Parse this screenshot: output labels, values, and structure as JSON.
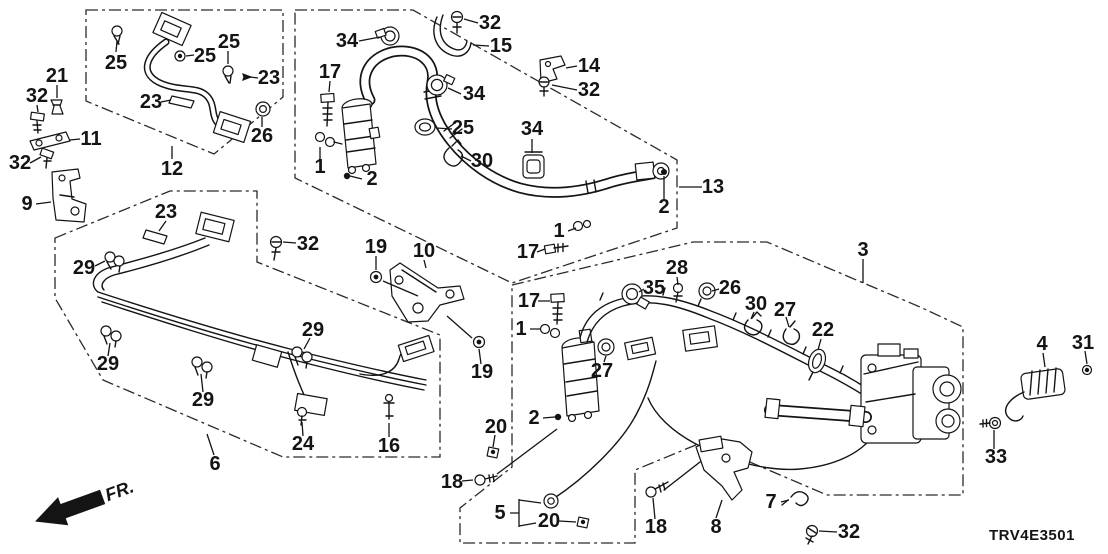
{
  "diagram_code": "TRV4E3501",
  "fr_label": "FR.",
  "callouts": [
    {
      "n": "25"
    },
    {
      "n": "25"
    },
    {
      "n": "25"
    },
    {
      "n": "23"
    },
    {
      "n": "23"
    },
    {
      "n": "26"
    },
    {
      "n": "12"
    },
    {
      "n": "21"
    },
    {
      "n": "32"
    },
    {
      "n": "11"
    },
    {
      "n": "32"
    },
    {
      "n": "9"
    },
    {
      "n": "34"
    },
    {
      "n": "17"
    },
    {
      "n": "32"
    },
    {
      "n": "15"
    },
    {
      "n": "14"
    },
    {
      "n": "32"
    },
    {
      "n": "34"
    },
    {
      "n": "25"
    },
    {
      "n": "34"
    },
    {
      "n": "30"
    },
    {
      "n": "1"
    },
    {
      "n": "2"
    },
    {
      "n": "2"
    },
    {
      "n": "1"
    },
    {
      "n": "17"
    },
    {
      "n": "13"
    },
    {
      "n": "23"
    },
    {
      "n": "29"
    },
    {
      "n": "32"
    },
    {
      "n": "19"
    },
    {
      "n": "10"
    },
    {
      "n": "29"
    },
    {
      "n": "29"
    },
    {
      "n": "29"
    },
    {
      "n": "19"
    },
    {
      "n": "24"
    },
    {
      "n": "16"
    },
    {
      "n": "6"
    },
    {
      "n": "3"
    },
    {
      "n": "17"
    },
    {
      "n": "1"
    },
    {
      "n": "2"
    },
    {
      "n": "35"
    },
    {
      "n": "28"
    },
    {
      "n": "26"
    },
    {
      "n": "30"
    },
    {
      "n": "27"
    },
    {
      "n": "27"
    },
    {
      "n": "22"
    },
    {
      "n": "20"
    },
    {
      "n": "18"
    },
    {
      "n": "5"
    },
    {
      "n": "20"
    },
    {
      "n": "18"
    },
    {
      "n": "8"
    },
    {
      "n": "7"
    },
    {
      "n": "32"
    },
    {
      "n": "33"
    },
    {
      "n": "4"
    },
    {
      "n": "31"
    }
  ]
}
